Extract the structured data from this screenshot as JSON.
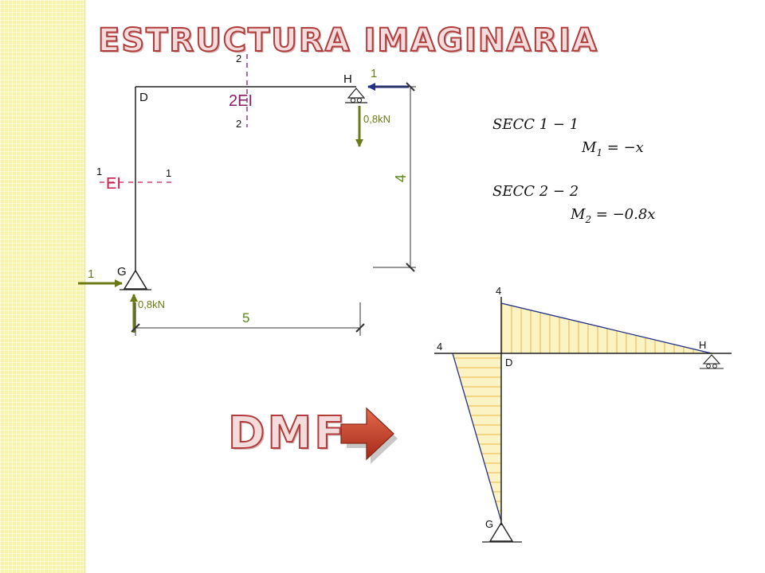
{
  "title": "ESTRUCTURA IMAGINARIA",
  "dmf_label": "DMF",
  "colors": {
    "sidebar": "#f7f3a8",
    "title_stroke": "#b23c3c",
    "load_arrow": "#6b7a14",
    "dimension_text": "#5a8a16",
    "reaction_arrow_h": "#1f2f8a",
    "section_22": "#8a1a6a",
    "section_11": "#c81a4a",
    "diagram_fill": "#fbf3c3",
    "diagram_hatch": "#e8b84a",
    "diagram_edge": "#1f2f8a",
    "transition_arrow": "#c0392b"
  },
  "structure": {
    "node_D": "D",
    "node_H": "H",
    "node_G": "G",
    "stiffness_beam": "2EI",
    "stiffness_column": "EI",
    "section_beam_top": "2",
    "section_beam_bottom": "2",
    "section_col_left": "1",
    "section_col_right": "1",
    "load_H": "1",
    "load_G": "1",
    "reaction_H": "0,8kN",
    "reaction_G": "0,8kN",
    "dim_height": "4",
    "dim_width": "5"
  },
  "equations": {
    "sec1": "SECC 1 − 1",
    "m1_lhs": "M",
    "m1_sub": "1",
    "m1_rhs": " = −x",
    "sec2": "SECC 2 − 2",
    "m2_lhs": "M",
    "m2_sub": "2",
    "m2_rhs": " = −0.8x"
  },
  "moment_diagram": {
    "top_value": "4",
    "left_value": "4",
    "node_D": "D",
    "node_H": "H",
    "node_G": "G"
  }
}
